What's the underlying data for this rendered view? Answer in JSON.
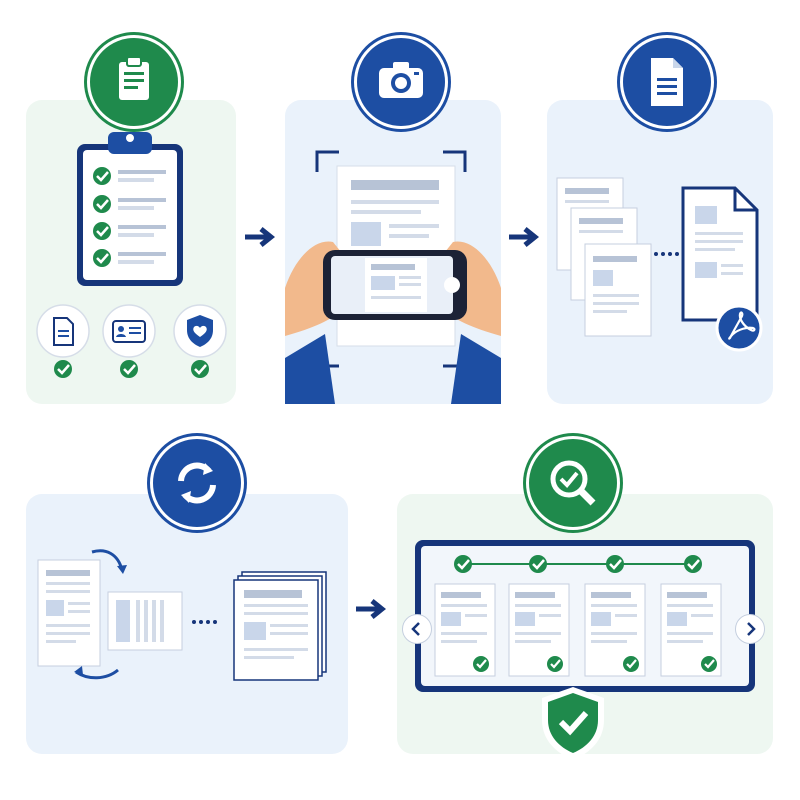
{
  "palette": {
    "navy": "#16357a",
    "blue": "#1d4ea3",
    "green": "#1f8a4c",
    "panel_green": "#eef7f1",
    "panel_blue": "#eaf2fb",
    "line_gray": "#b7c3d6",
    "block_blue": "#c9d6ea"
  },
  "steps": [
    {
      "id": "checklist",
      "icon": "clipboard-icon",
      "badge_color": "green"
    },
    {
      "id": "capture",
      "icon": "camera-icon",
      "badge_color": "blue"
    },
    {
      "id": "assemble",
      "icon": "document-icon",
      "badge_color": "blue"
    },
    {
      "id": "convert",
      "icon": "sync-icon",
      "badge_color": "blue"
    },
    {
      "id": "review",
      "icon": "magnifier-check-icon",
      "badge_color": "green"
    }
  ],
  "step1": {
    "checklist_items": 4,
    "document_types": [
      "document-icon",
      "id-card-icon",
      "shield-heart-icon"
    ]
  },
  "step5": {
    "pages": 4,
    "all_verified": true
  }
}
